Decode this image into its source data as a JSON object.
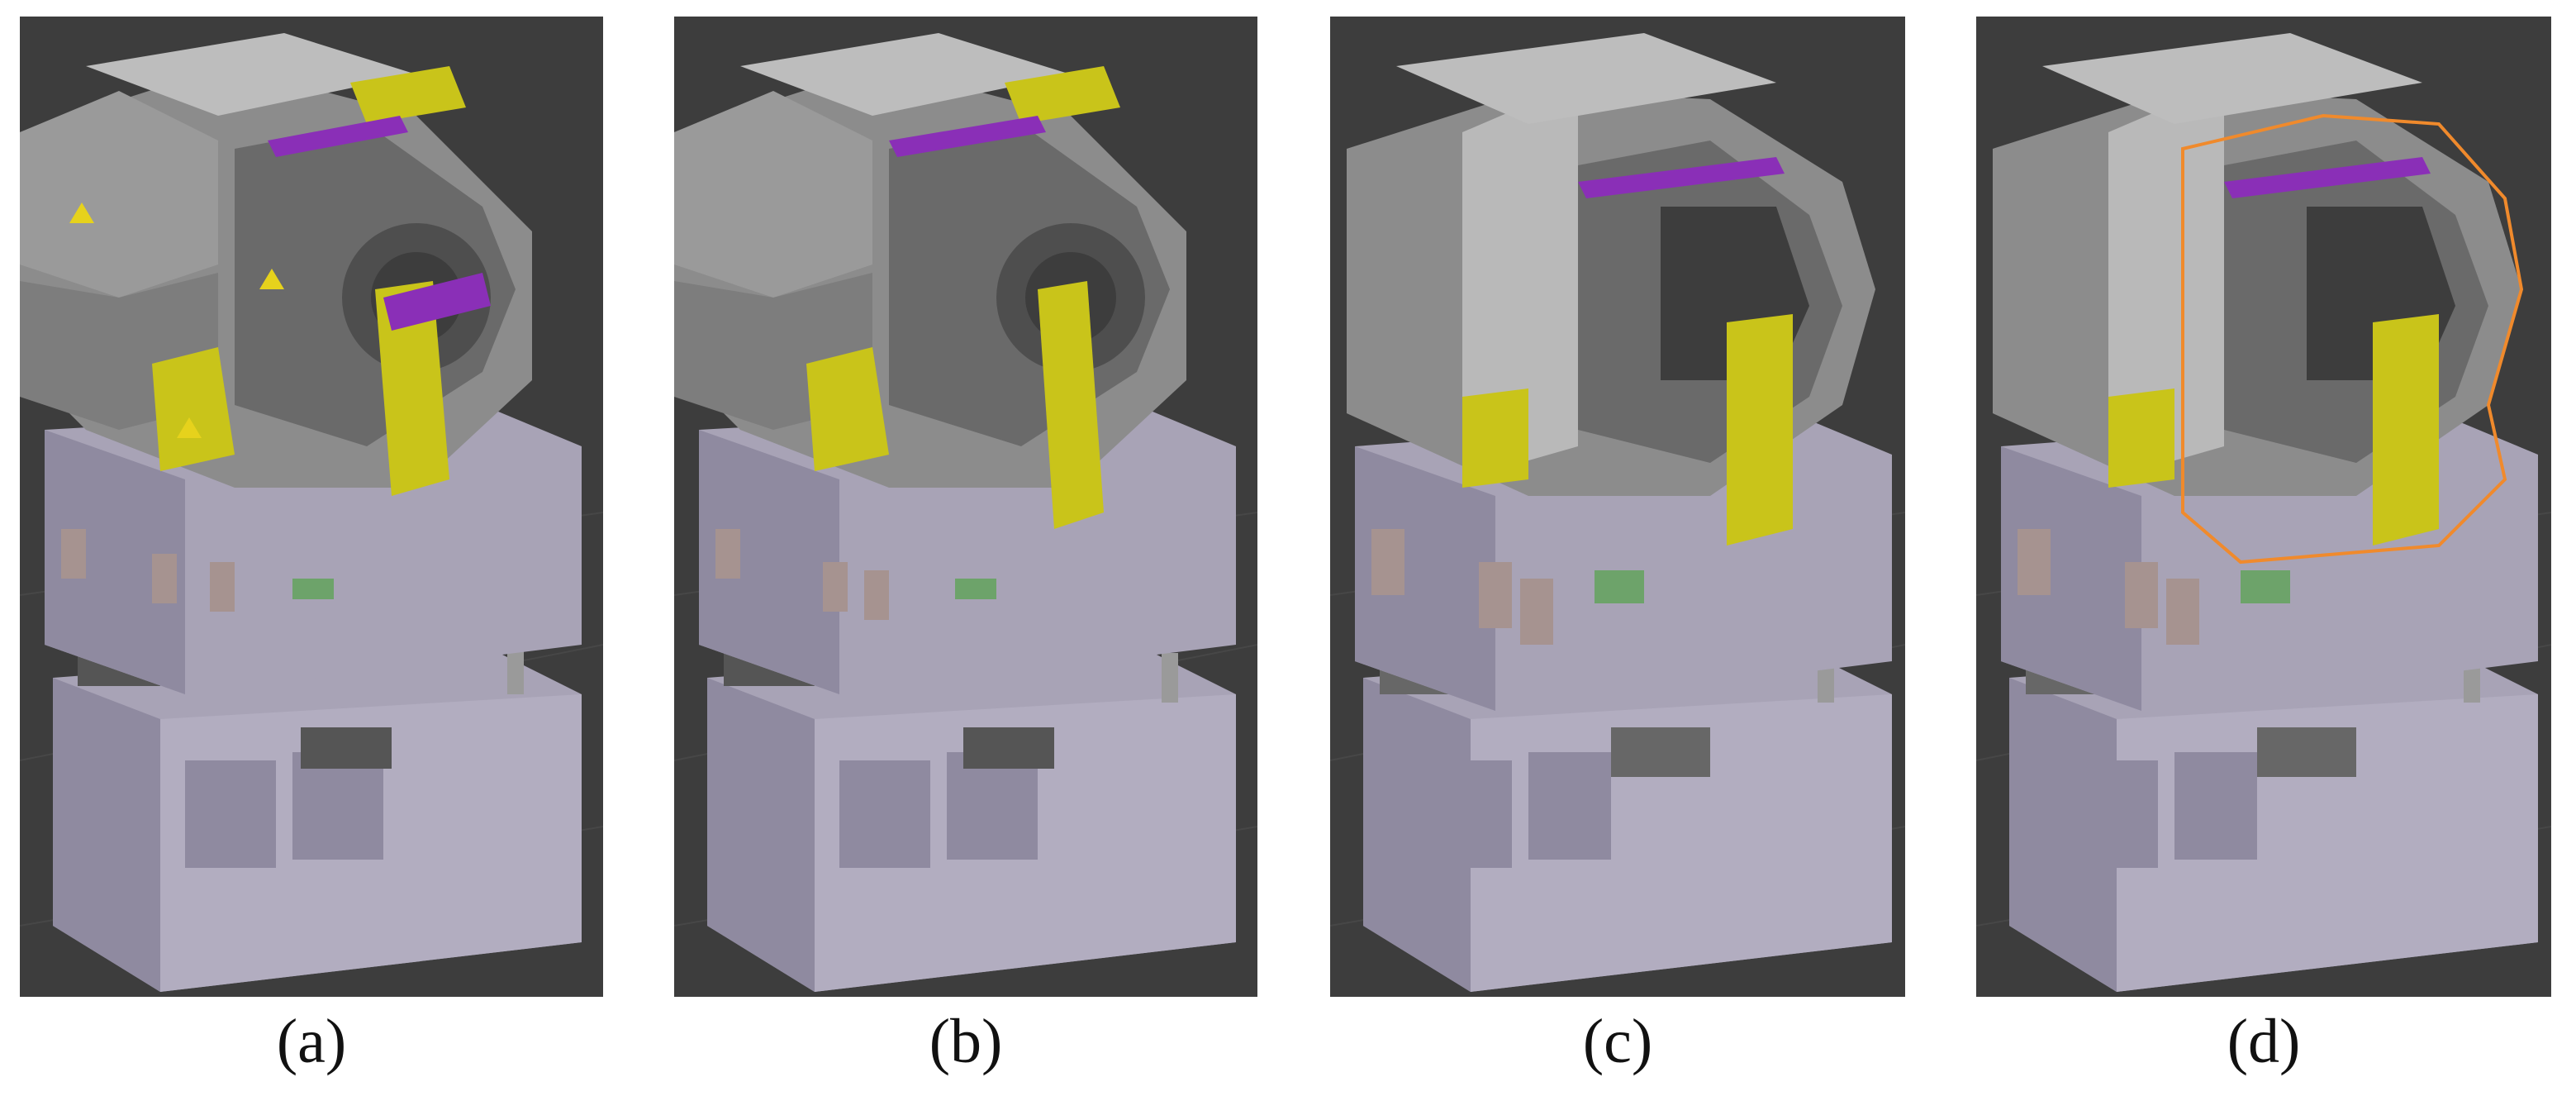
{
  "panels": [
    {
      "caption": "(a)"
    },
    {
      "caption": "(b)"
    },
    {
      "caption": "(c)"
    },
    {
      "caption": "(d)"
    }
  ],
  "colors": {
    "viewport_bg": "#3d3d3d",
    "magnet_gray": "#8c8c8c",
    "magnet_dark": "#6a6a6a",
    "yoke_light": "#b9b9b9",
    "support_lavender": "#a8a3b6",
    "support_lavender_dark": "#8f8aa0",
    "accent_yellow": "#c9c41a",
    "accent_purple": "#8a2fb7",
    "connector_pink": "#a69390",
    "board_green": "#6da36a",
    "selection_orange": "#f08a2c"
  }
}
